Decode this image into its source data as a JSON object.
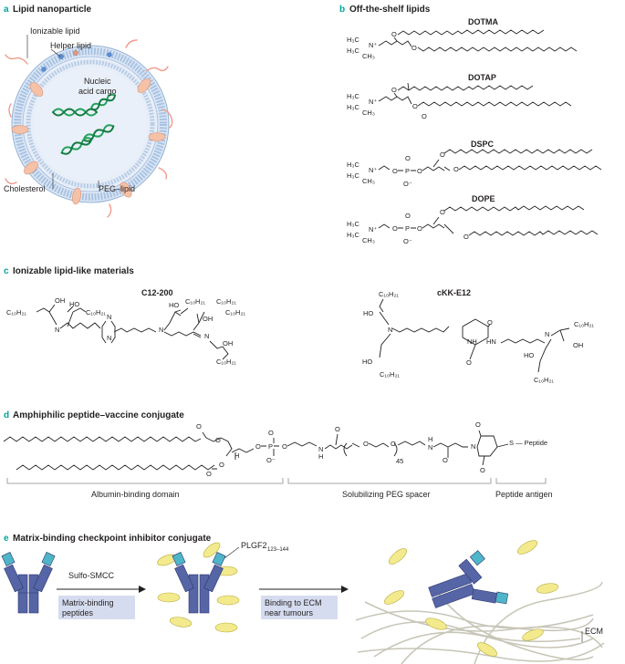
{
  "panel_a": {
    "letter": "a",
    "title": "Lipid nanoparticle",
    "labels": {
      "ionizable": "Ionizable lipid",
      "helper": "Helper lipid",
      "cargo_line1": "Nucleic",
      "cargo_line2": "acid cargo",
      "cholesterol": "Cholesterol",
      "peg": "PEG–lipid"
    }
  },
  "panel_b": {
    "letter": "b",
    "title": "Off-the-shelf lipids",
    "lipids": [
      "DOTMA",
      "DOTAP",
      "DSPC",
      "DOPE"
    ],
    "atoms": {
      "h3c": "H₃C",
      "ch3": "CH₃",
      "n_plus": "N⁺",
      "o": "O",
      "p": "P",
      "o_minus": "O⁻"
    }
  },
  "panel_c": {
    "letter": "c",
    "title": "Ionizable lipid-like materials",
    "compounds": [
      "C12-200",
      "cKK-E12"
    ],
    "atoms": {
      "oh": "OH",
      "ho": "HO",
      "n": "N",
      "nh": "NH",
      "hn": "HN",
      "o": "O",
      "c10h21": "C₁₀H₂₁"
    }
  },
  "panel_d": {
    "letter": "d",
    "title": "Amphiphilic peptide–vaccine conjugate",
    "atoms": {
      "o": "O",
      "p": "P",
      "o_minus": "O⁻",
      "h": "H",
      "n": "N",
      "s_peptide": "S — Peptide",
      "repeat": "45"
    },
    "domains": [
      "Albumin-binding domain",
      "Solubilizing PEG spacer",
      "Peptide antigen"
    ]
  },
  "panel_e": {
    "letter": "e",
    "title": "Matrix-binding checkpoint inhibitor conjugate",
    "reagent": "Sulfo-SMCC",
    "step1_line1": "Matrix-binding",
    "step1_line2": "peptides",
    "plgf_main": "PLGF2",
    "plgf_sub": "123–144",
    "step2_line1": "Binding to ECM",
    "step2_line2": "near tumours",
    "ecm": "ECM"
  },
  "colors": {
    "accent": "#00a59b",
    "lnp_outer": "#c9d9ee",
    "lnp_ring": "#8fb0d8",
    "lnp_inner": "#dde8f5",
    "rna": "#22a05a",
    "peg_chain": "#f09a8a",
    "cholesterol": "#f5c2a8",
    "antibody_body": "#5565a6",
    "antibody_tip": "#4fb6c9",
    "peptide": "#f3ea8e",
    "box_fill": "#d5dcef",
    "ecm_fiber": "#c8c6b8"
  }
}
